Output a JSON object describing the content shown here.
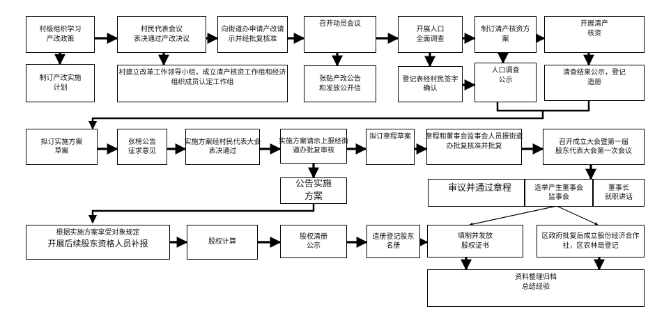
{
  "nodes": {
    "n1": [
      "村级组织学习",
      "产改政策"
    ],
    "n2": [
      "村民代表会议",
      "表决通过产改决议"
    ],
    "n3": [
      "向街道办申请产改请",
      "示并经批复核准"
    ],
    "n4": [
      "召开动员会议"
    ],
    "n5": [
      "开展人口",
      "全面调查"
    ],
    "n6": [
      "制订清产核资方",
      "案"
    ],
    "n7": [
      "开展清产",
      "核资"
    ],
    "n8": [
      "制订产改实施",
      "计划"
    ],
    "n9": [
      "村建立改革工作领导小组，成立清产核资工作组和经济",
      "组织成员认定工作组"
    ],
    "n10": [
      "张贴产改公告",
      "和发放公开信"
    ],
    "n11": [
      "登记表经村民签字",
      "确认"
    ],
    "n12": [
      "人口调查",
      "公示"
    ],
    "n13": [
      "清查结果公示，登记",
      "造册"
    ],
    "n14": [
      "拟订实施方案",
      "草案"
    ],
    "n15": [
      "张榜公告",
      "征求意见"
    ],
    "n16": [
      "实施方案经村民代表大会",
      "表决通过"
    ],
    "n17": [
      "实施方案请示上报经街",
      "道办批复审核"
    ],
    "n18": [
      "拟订章程草案"
    ],
    "n19": [
      "章程和董事会监事会人员报街道",
      "办批复核准并批复"
    ],
    "n20": [
      "召开成立大会暨第一届",
      "股东代表大会第一次会议"
    ],
    "n21": [
      "公告实施",
      "方案"
    ],
    "n22": [
      "审议并通过章程"
    ],
    "n23": [
      "选举产生董事会",
      "监事会"
    ],
    "n24": [
      "董事长",
      "就职讲话"
    ],
    "n25": [
      "根据实施方案享受对象规定",
      "开展后续股东资格人员补报"
    ],
    "n26": [
      "股权计算"
    ],
    "n27": [
      "股权清册",
      "公示"
    ],
    "n28": [
      "造册登记股东",
      "名册"
    ],
    "n29": [
      "填制并发放",
      "股权证书"
    ],
    "n30": [
      "区政府批复后成立股份经济合作",
      "社，区农林局登记"
    ],
    "n31": [
      "资料整理归档",
      "总结经验"
    ]
  }
}
